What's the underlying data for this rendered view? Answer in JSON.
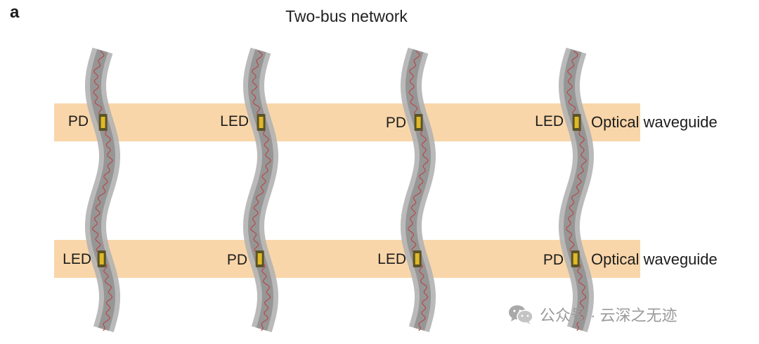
{
  "panel_label": "a",
  "title": "Two-bus network",
  "buses": [
    {
      "devices": [
        "PD",
        "LED",
        "PD",
        "LED"
      ],
      "waveguide_label": "Optical waveguide"
    },
    {
      "devices": [
        "LED",
        "PD",
        "LED",
        "PD"
      ],
      "waveguide_label": "Optical waveguide"
    }
  ],
  "colors": {
    "bus_fill": "#f9d6a9",
    "fiber_outer": "#b3b3b3",
    "fiber_inner": "#8f8f8f",
    "trace": "#b74a4a",
    "device_frame": "#5b5326",
    "device_fill": "#e0b828"
  },
  "watermark": {
    "icon": "wechat-icon",
    "text": "公众号 · 云深之无迹"
  }
}
